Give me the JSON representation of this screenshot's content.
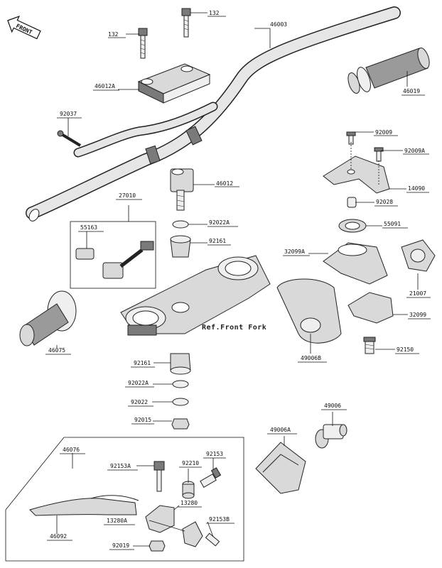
{
  "diagram": {
    "front_badge": "FRONT",
    "ref_note": "Ref.Front Fork",
    "labels": [
      {
        "id": "l132a",
        "text": "132"
      },
      {
        "id": "l132b",
        "text": "132"
      },
      {
        "id": "l46003",
        "text": "46003"
      },
      {
        "id": "l46012A",
        "text": "46012A"
      },
      {
        "id": "l46019",
        "text": "46019"
      },
      {
        "id": "l92037",
        "text": "92037"
      },
      {
        "id": "l92009",
        "text": "92009"
      },
      {
        "id": "l92009A",
        "text": "92009A"
      },
      {
        "id": "l46012",
        "text": "46012"
      },
      {
        "id": "l14090",
        "text": "14090"
      },
      {
        "id": "l27010",
        "text": "27010"
      },
      {
        "id": "l92028",
        "text": "92028"
      },
      {
        "id": "l55163",
        "text": "55163"
      },
      {
        "id": "l92022A_top",
        "text": "92022A"
      },
      {
        "id": "l55091",
        "text": "55091"
      },
      {
        "id": "l92161_top",
        "text": "92161"
      },
      {
        "id": "l32099A",
        "text": "32099A"
      },
      {
        "id": "l21007",
        "text": "21007"
      },
      {
        "id": "l32099",
        "text": "32099"
      },
      {
        "id": "l46075",
        "text": "46075"
      },
      {
        "id": "l49006B",
        "text": "49006B"
      },
      {
        "id": "l92150",
        "text": "92150"
      },
      {
        "id": "l92161_bot",
        "text": "92161"
      },
      {
        "id": "l92022A_bot",
        "text": "92022A"
      },
      {
        "id": "l92022",
        "text": "92022"
      },
      {
        "id": "l92015",
        "text": "92015"
      },
      {
        "id": "l49006",
        "text": "49006"
      },
      {
        "id": "l46076",
        "text": "46076"
      },
      {
        "id": "l49006A",
        "text": "49006A"
      },
      {
        "id": "l92153A",
        "text": "92153A"
      },
      {
        "id": "l92210",
        "text": "92210"
      },
      {
        "id": "l92153",
        "text": "92153"
      },
      {
        "id": "l13280",
        "text": "13280"
      },
      {
        "id": "l13280A",
        "text": "13280A"
      },
      {
        "id": "l92153B",
        "text": "92153B"
      },
      {
        "id": "l46092",
        "text": "46092"
      },
      {
        "id": "l92019",
        "text": "92019"
      }
    ]
  }
}
